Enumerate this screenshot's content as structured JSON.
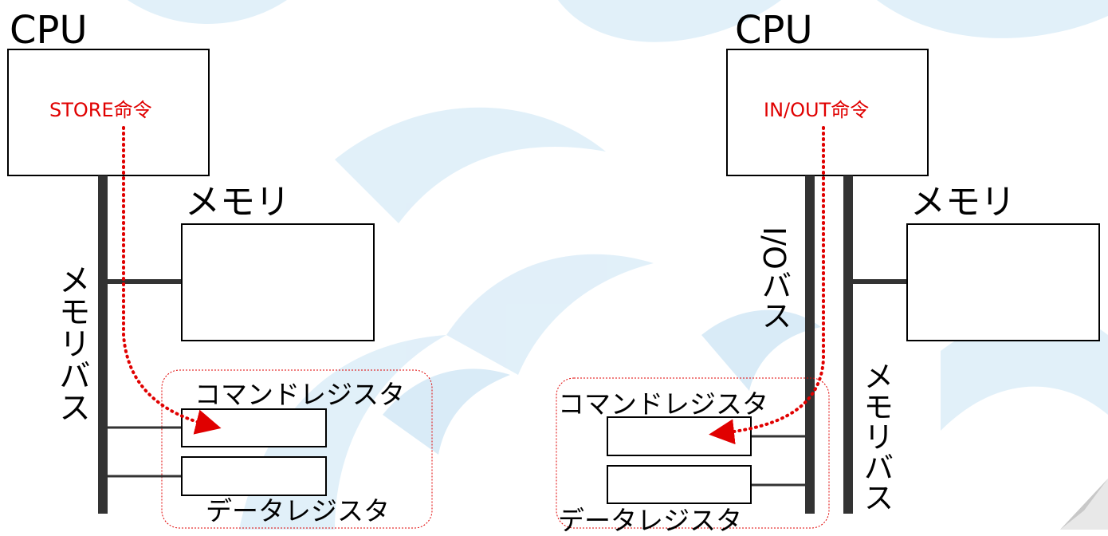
{
  "left": {
    "cpu_title": "CPU",
    "instruction": "STORE命令",
    "memory_title": "メモリ",
    "bus_label": "メモリバス",
    "command_register": "コマンドレジスタ",
    "data_register": "データレジスタ"
  },
  "right": {
    "cpu_title": "CPU",
    "instruction": "IN/OUT命令",
    "memory_title": "メモリ",
    "io_bus_label": "I/Oバス",
    "memory_bus_label": "メモリバス",
    "command_register": "コマンドレジスタ",
    "data_register": "データレジスタ"
  },
  "colors": {
    "background": "#ffffff",
    "watermark": "#dcedf8",
    "line": "#000000",
    "bus": "#333333",
    "arrow": "#e00000"
  }
}
